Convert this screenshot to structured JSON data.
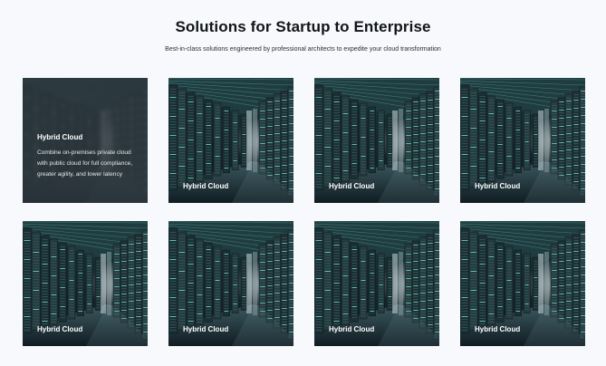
{
  "header": {
    "title": "Solutions for Startup to Enterprise",
    "subtitle": "Best-in-class solutions engineered by professional architects to expedite your cloud transformation"
  },
  "cards": [
    {
      "label": "Hybrid Cloud",
      "description": "Combine on-premises private cloud with public cloud for full compliance, greater agility, and lower latency"
    },
    {
      "label": "Hybrid Cloud"
    },
    {
      "label": "Hybrid Cloud"
    },
    {
      "label": "Hybrid Cloud"
    },
    {
      "label": "Hybrid Cloud"
    },
    {
      "label": "Hybrid Cloud"
    },
    {
      "label": "Hybrid Cloud"
    },
    {
      "label": "Hybrid Cloud"
    }
  ]
}
